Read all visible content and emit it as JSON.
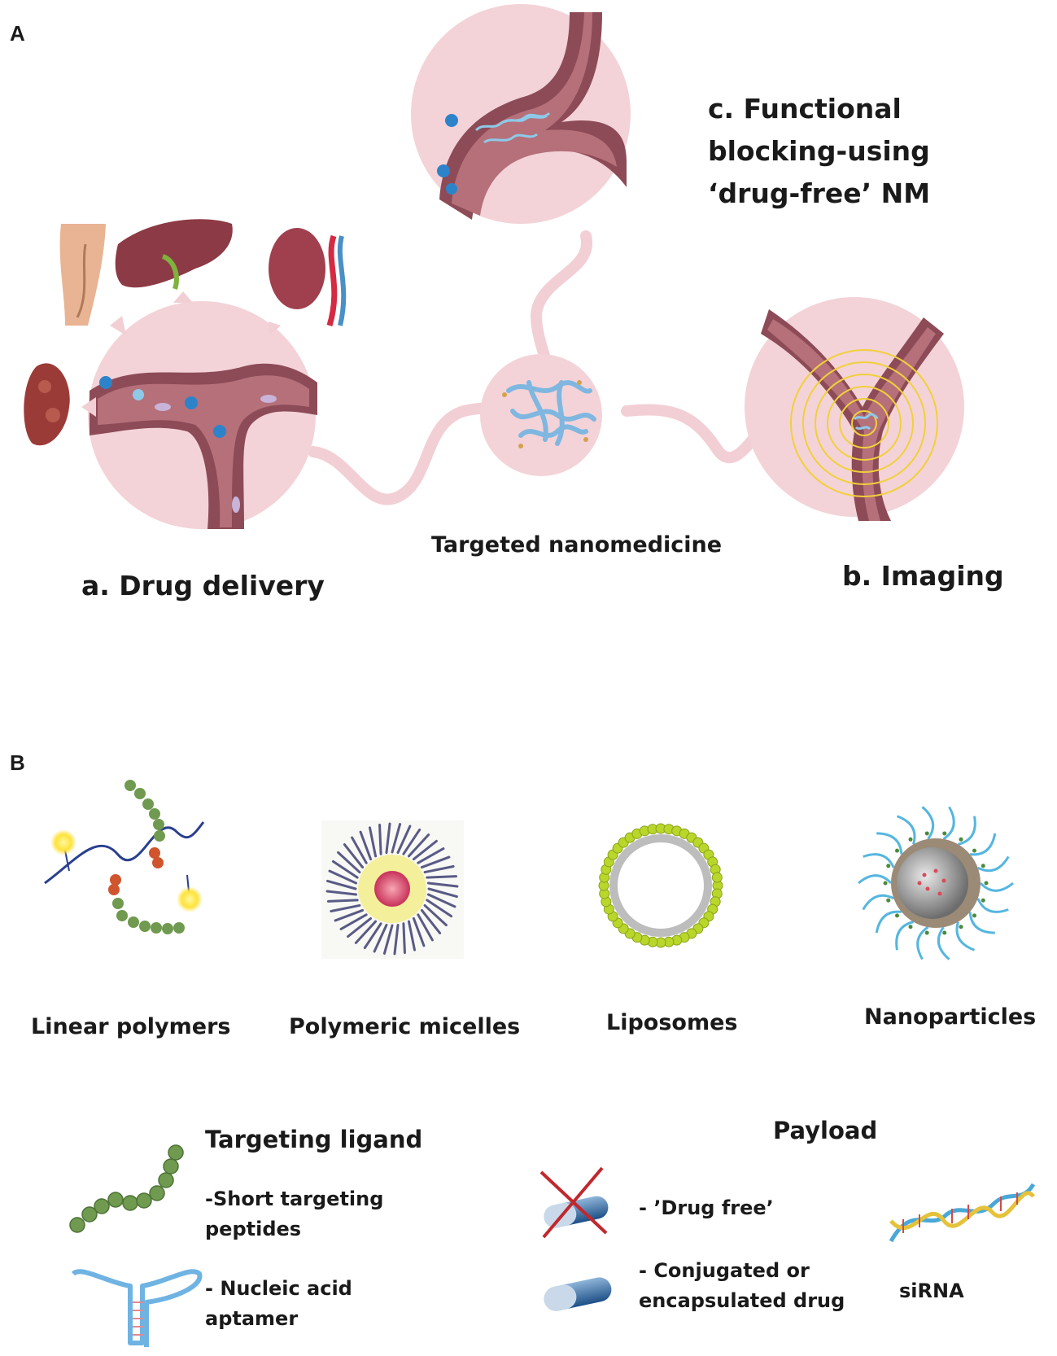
{
  "panel_a": {
    "letter": "A",
    "drug_delivery": "a. Drug delivery",
    "imaging": "b. Imaging",
    "functional_blocking": [
      "c. Functional",
      "blocking-using",
      "‘drug-free’ NM"
    ],
    "targeted_nanomedicine": "Targeted nanomedicine"
  },
  "panel_b": {
    "letter": "B",
    "types": [
      "Linear polymers",
      "Polymeric micelles",
      "Liposomes",
      "Nanoparticles"
    ],
    "targeting_ligand": {
      "title": "Targeting ligand",
      "items": [
        [
          "-Short targeting",
          "peptides"
        ],
        [
          "- Nucleic acid",
          "aptamer"
        ]
      ]
    },
    "payload": {
      "title": "Payload",
      "items": [
        [
          "- ’Drug free’"
        ],
        [
          "- Conjugated or",
          "encapsulated drug"
        ]
      ],
      "sirna": "siRNA"
    }
  },
  "colors": {
    "pink_bg": "#f3d3d8",
    "vessel": "#9c5560",
    "nano_blue": "#8ec9e8",
    "lipid_green": "#b9d62a",
    "peptide_green": "#6f9a4f"
  }
}
